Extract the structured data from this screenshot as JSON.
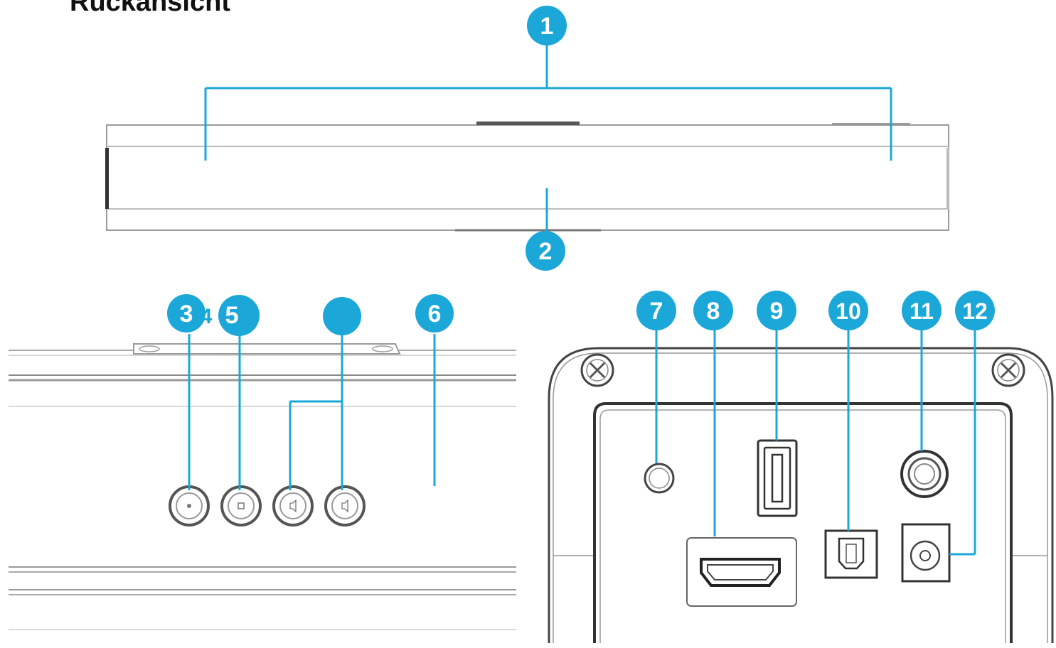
{
  "title": "Rückansicht",
  "accent_color": "#1ba8d8",
  "callouts": [
    "1",
    "2",
    "3",
    "4",
    "5",
    "6",
    "7",
    "8",
    "9",
    "10",
    "11",
    "12"
  ],
  "icons": {
    "screw": "screw-icon",
    "usb": "usb-port-icon",
    "hdmi": "hdmi-port-icon",
    "optical": "optical-port-icon",
    "aux": "aux-jack-icon",
    "dc": "dc-power-jack-icon",
    "ir": "ir-sensor-icon"
  }
}
